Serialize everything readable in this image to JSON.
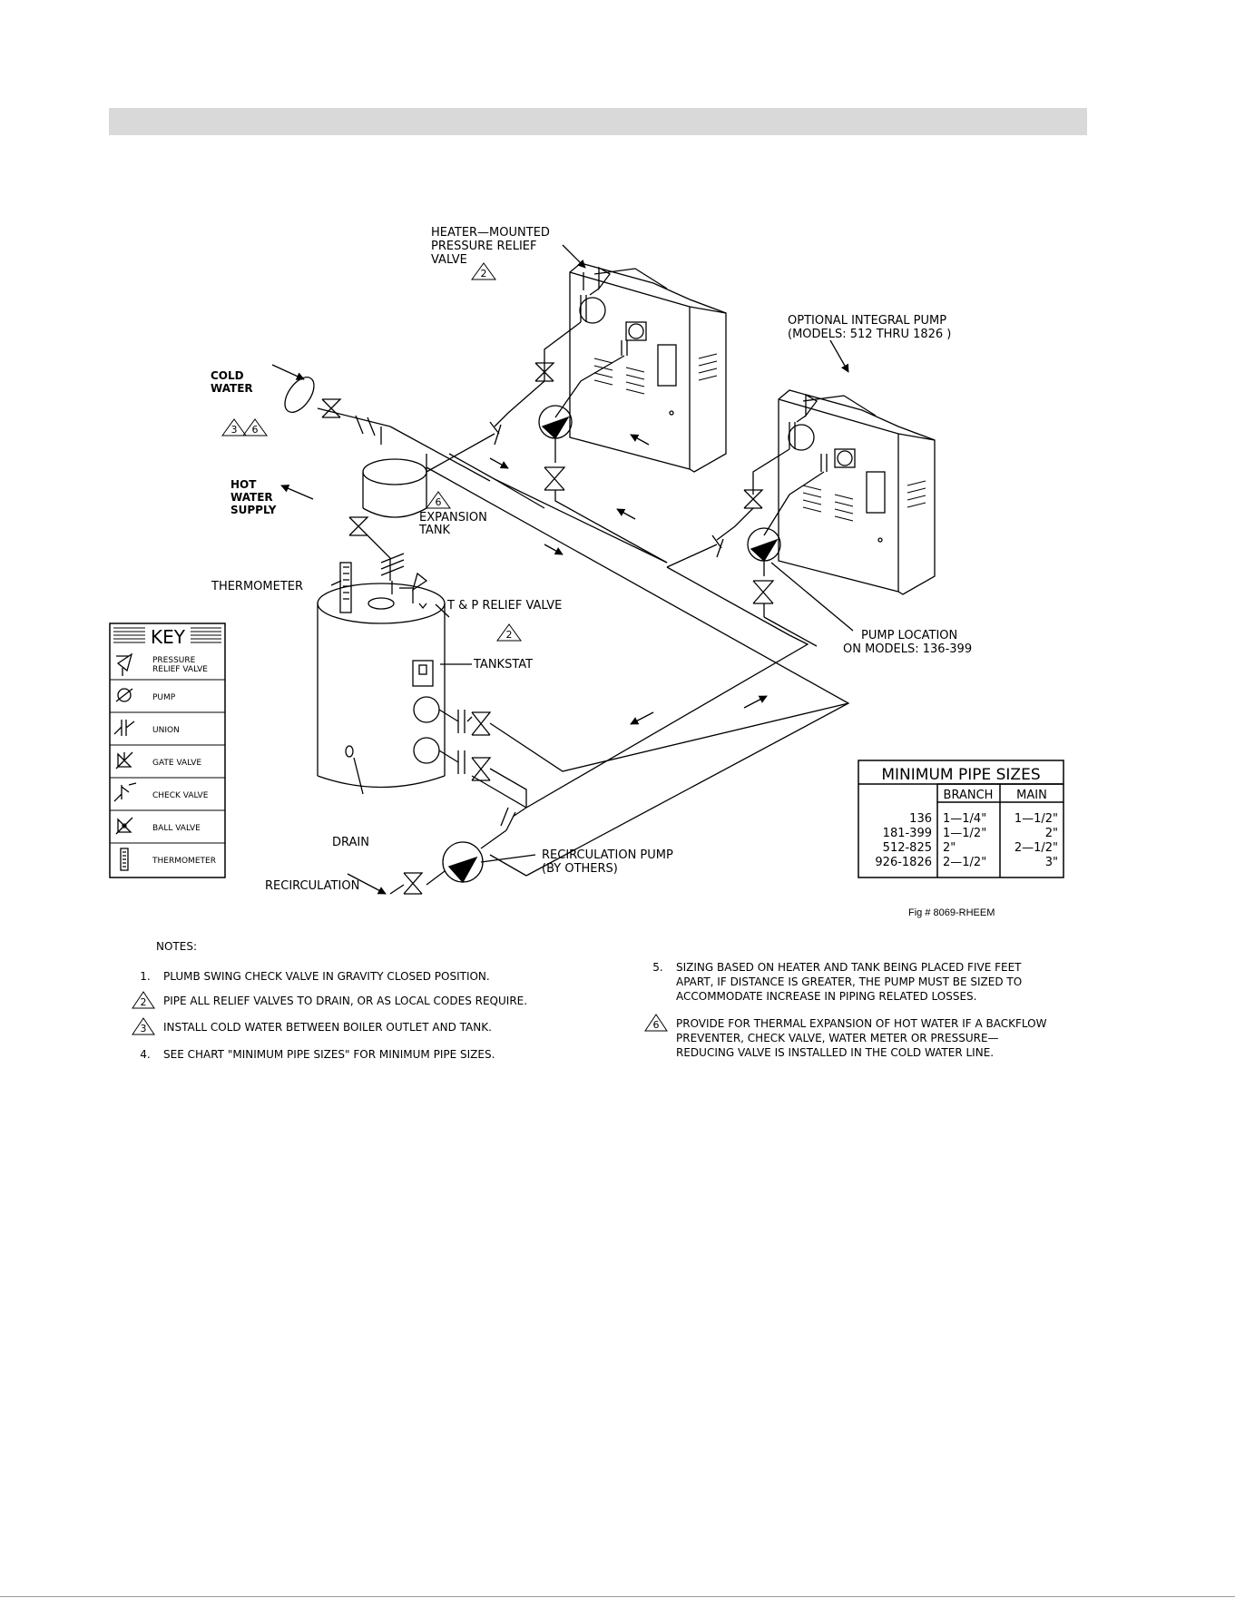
{
  "labels": {
    "heater_mounted_relief": [
      "HEATER—MOUNTED",
      "PRESSURE RELIEF",
      "VALVE"
    ],
    "optional_pump": [
      "OPTIONAL INTEGRAL PUMP",
      "(MODELS: 512 THRU 1826 )"
    ],
    "cold_water": [
      "COLD",
      "WATER"
    ],
    "hot_water_supply": [
      "HOT",
      "WATER",
      "SUPPLY"
    ],
    "expansion_tank": [
      "EXPANSION",
      "TANK"
    ],
    "thermometer": "THERMOMETER",
    "tp_relief": "T & P RELIEF VALVE",
    "tankstat": "TANKSTAT",
    "pump_location": [
      "PUMP LOCATION",
      "ON MODELS: 136-399"
    ],
    "drain": "DRAIN",
    "recirc_pump": [
      "RECIRCULATION PUMP",
      "(BY OTHERS)"
    ],
    "recirculation": "RECIRCULATION",
    "tri_2": "2",
    "tri_3": "3",
    "tri_6": "6"
  },
  "key": {
    "title": "KEY",
    "items": [
      {
        "icon": "pressure-relief-valve-icon",
        "label": [
          "PRESSURE",
          "RELIEF VALVE"
        ]
      },
      {
        "icon": "pump-icon",
        "label": [
          "PUMP"
        ]
      },
      {
        "icon": "union-icon",
        "label": [
          "UNION"
        ]
      },
      {
        "icon": "gate-valve-icon",
        "label": [
          "GATE VALVE"
        ]
      },
      {
        "icon": "check-valve-icon",
        "label": [
          "CHECK VALVE"
        ]
      },
      {
        "icon": "ball-valve-icon",
        "label": [
          "BALL VALVE"
        ]
      },
      {
        "icon": "thermometer-icon",
        "label": [
          "THERMOMETER"
        ]
      }
    ]
  },
  "pipe_table": {
    "title": "MINIMUM PIPE SIZES",
    "headers": [
      "",
      "BRANCH",
      "MAIN"
    ],
    "rows": [
      [
        "136",
        "1—1/4\"",
        "1—1/2\""
      ],
      [
        "181-399",
        "1—1/2\"",
        "2\""
      ],
      [
        "512-825",
        "2\"",
        "2—1/2\""
      ],
      [
        "926-1826",
        "2—1/2\"",
        "3\""
      ]
    ]
  },
  "figure_number": "Fig # 8069-RHEEM",
  "notes": {
    "title": "NOTES:",
    "items": [
      {
        "marker": "1.",
        "triangle": false,
        "text": "PLUMB SWING CHECK VALVE IN GRAVITY CLOSED POSITION."
      },
      {
        "marker": "2",
        "triangle": true,
        "text": "PIPE ALL RELIEF VALVES TO DRAIN, OR AS LOCAL CODES REQUIRE."
      },
      {
        "marker": "3",
        "triangle": true,
        "text": "INSTALL COLD WATER BETWEEN BOILER OUTLET AND TANK."
      },
      {
        "marker": "4.",
        "triangle": false,
        "text": "SEE CHART \"MINIMUM PIPE SIZES\" FOR MINIMUM PIPE SIZES."
      },
      {
        "marker": "5.",
        "triangle": false,
        "text": "SIZING BASED ON HEATER AND TANK BEING PLACED FIVE FEET\nAPART, IF DISTANCE IS GREATER, THE PUMP MUST BE SIZED TO\nACCOMMODATE INCREASE IN PIPING RELATED LOSSES."
      },
      {
        "marker": "6",
        "triangle": true,
        "text": "PROVIDE FOR THERMAL EXPANSION OF HOT WATER IF A BACKFLOW\nPREVENTER, CHECK VALVE, WATER METER OR PRESSURE—\nREDUCING VALVE IS INSTALLED IN THE COLD WATER LINE."
      }
    ]
  }
}
